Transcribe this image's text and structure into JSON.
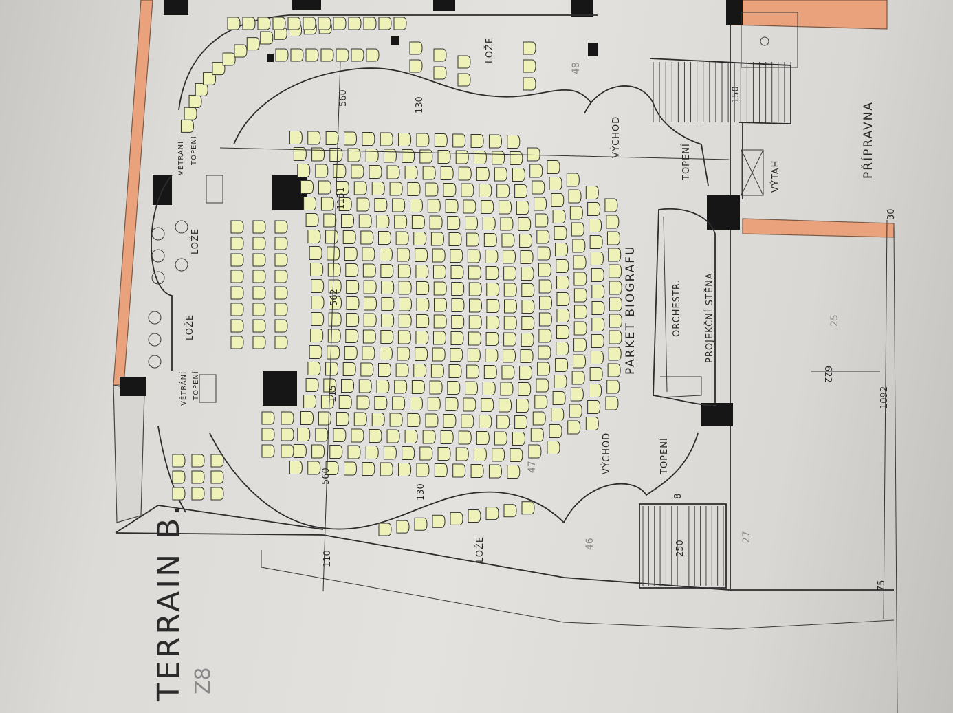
{
  "drawing": {
    "terrain_label": "TERRAIN B.",
    "parket_label": "PARKET BIOGRAFU",
    "orchestra_label": "ORCHESTR.",
    "projection_label": "PROJEKČNÍ STĚNA",
    "preparation_label": "PŘÍPRAVNA",
    "elevator_label": "VÝTAH",
    "exit_top_label": "VÝCHOD",
    "exit_bottom_label": "VÝCHOD",
    "heating_label_right_top": "TOPENÍ",
    "heating_label_right_bottom": "TOPENÍ",
    "box_label_1": "LOŽE",
    "box_label_2": "LOŽE",
    "box_label_3": "LOŽE",
    "box_label_4": "LOŽE",
    "vent_label_top": "VĚTRÁNÍ",
    "heat_label_top": "TOPENÍ",
    "vent_label_bottom": "VĚTRÁNÍ",
    "heat_label_bottom": "TOPENÍ",
    "pencil_note": "Z8"
  },
  "dimensions": {
    "d560_top": "560",
    "d560_bottom": "560",
    "d130_top": "130",
    "d130_bottom": "130",
    "d562": "562",
    "d115": "115",
    "d1151": "1151",
    "d110": "110",
    "d250": "250",
    "d150": "150",
    "d622": "622",
    "d1092": "1092",
    "d75": "75",
    "d30": "30",
    "d8": "8"
  },
  "pencil_numbers": {
    "n47": "47",
    "n48": "48",
    "n46": "46",
    "n25": "25",
    "n27": "27"
  },
  "colors": {
    "wall": "#e9a27c",
    "seat": "#eef1b8",
    "ink": "#2d2d2d"
  }
}
